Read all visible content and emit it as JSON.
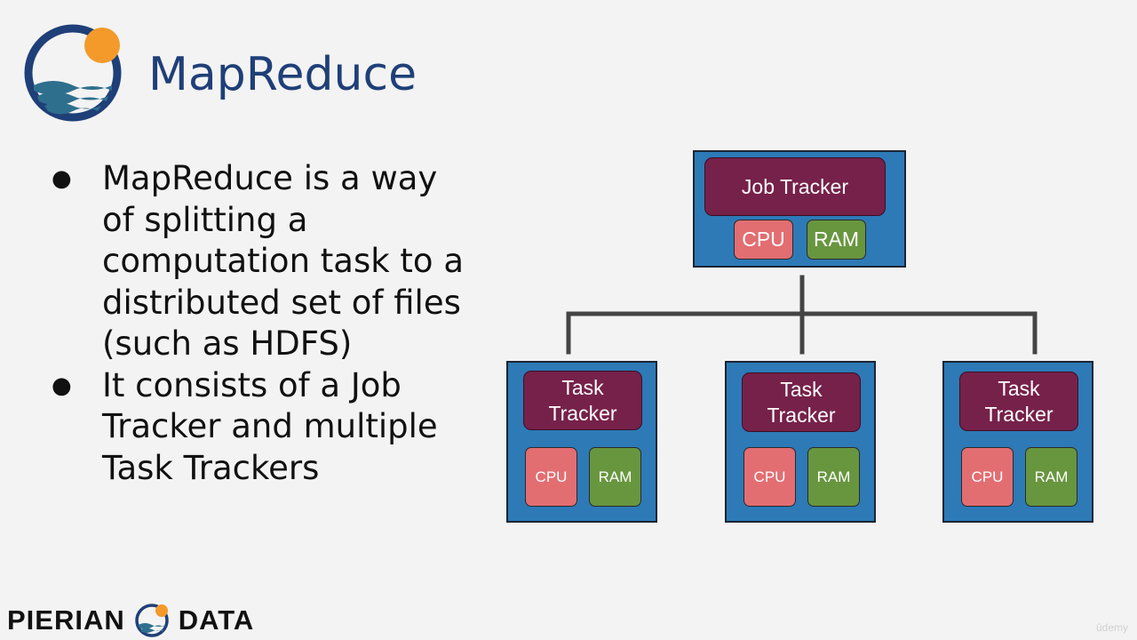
{
  "slide": {
    "title": "MapReduce",
    "bullets": [
      "MapReduce is a way of splitting a computation task to a distributed set of files (such as HDFS)",
      "It consists of a Job Tracker and multiple Task Trackers"
    ],
    "bullet_lines": [
      [
        "MapReduce is a way",
        "of splitting a",
        "computation task to a",
        "distributed set of files",
        "(such as HDFS)"
      ],
      [
        "It consists of a Job",
        "Tracker and multiple",
        "Task Trackers"
      ]
    ],
    "bullet_glyph": "●"
  },
  "diagram": {
    "job_tracker": {
      "label": "Job Tracker",
      "cpu": "CPU",
      "ram": "RAM"
    },
    "task_trackers": [
      {
        "label_line1": "Task",
        "label_line2": "Tracker",
        "cpu": "CPU",
        "ram": "RAM"
      },
      {
        "label_line1": "Task",
        "label_line2": "Tracker",
        "cpu": "CPU",
        "ram": "RAM"
      },
      {
        "label_line1": "Task",
        "label_line2": "Tracker",
        "cpu": "CPU",
        "ram": "RAM"
      }
    ]
  },
  "footer": {
    "brand_left": "PIERIAN",
    "brand_right": "DATA",
    "logo_icon": "pierian-data-logo-icon"
  },
  "watermark": "ûdemy",
  "colors": {
    "title": "#1f3f78",
    "node_fill": "#2d7ab7",
    "tracker": "#76214a",
    "cpu": "#e26e72",
    "ram": "#68963f",
    "connector": "#444444",
    "logo_sun": "#f39a2a"
  }
}
